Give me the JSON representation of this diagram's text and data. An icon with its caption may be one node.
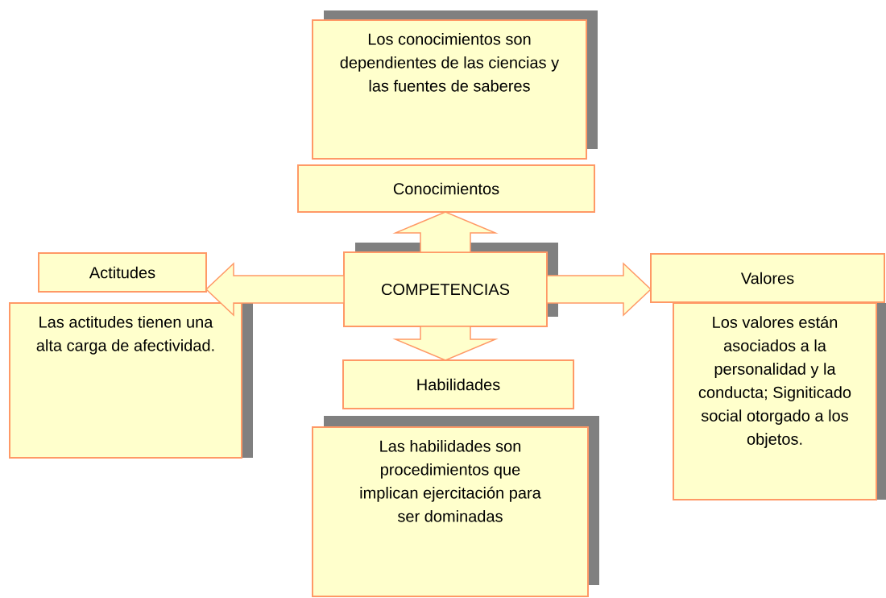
{
  "diagram": {
    "nodes": [
      {
        "text": [
          "Los conocimientos son dependientes de las ciencias y las fuentes de saberes"
        ]
      },
      {
        "text": [
          "Conocimientos"
        ]
      },
      {
        "text": [
          "Actitudes"
        ]
      },
      {
        "text": [
          "COMPETENCIAS"
        ]
      },
      {
        "text": [
          "Valores"
        ]
      },
      {
        "text": [
          "Las actitudes tienen una alta carga de afectividad."
        ]
      },
      {
        "text": [
          "Los valores están asociados a la personalidad y la conducta; Signiticado social otorgado a los objetos."
        ]
      },
      {
        "text": [
          "Habilidades"
        ]
      },
      {
        "text": [
          "Las habilidades son procedimientos que implican ejercitación para ser dominadas"
        ]
      }
    ],
    "edges": [
      {
        "from": 3,
        "to": 1,
        "arrow": "to",
        "style": "thick"
      },
      {
        "from": 3,
        "to": 2,
        "arrow": "to",
        "style": "thick"
      },
      {
        "from": 3,
        "to": 4,
        "arrow": "to",
        "style": "thick"
      },
      {
        "from": 3,
        "to": 7,
        "arrow": "to",
        "style": "thick"
      }
    ]
  }
}
